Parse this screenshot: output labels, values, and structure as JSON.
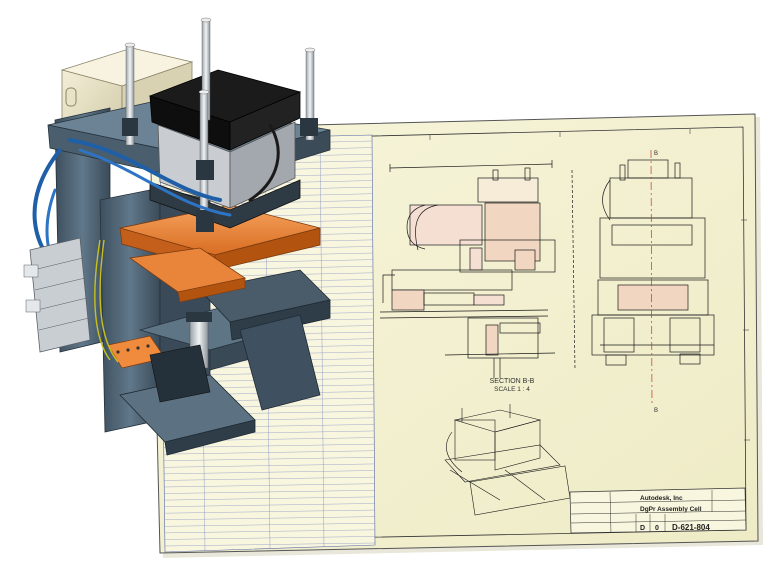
{
  "drawing": {
    "section_label": "SECTION B-B",
    "scale_label": "SCALE 1 : 4",
    "section_marker": "B",
    "title_block": {
      "company": "Autodesk, Inc",
      "title": "DgPr Assembly Cell",
      "size": "D",
      "rev": "0",
      "drawing_number": "D-621-804"
    }
  },
  "colors": {
    "paper": "#f4f2d2",
    "linework": "#1a1a1a",
    "bom_text": "#2a3a8a",
    "machine_body": "#4f6272",
    "fixture_orange": "#f08a3c",
    "cylinder_cap": "#111111",
    "cable_blue": "#1f5fa8"
  }
}
